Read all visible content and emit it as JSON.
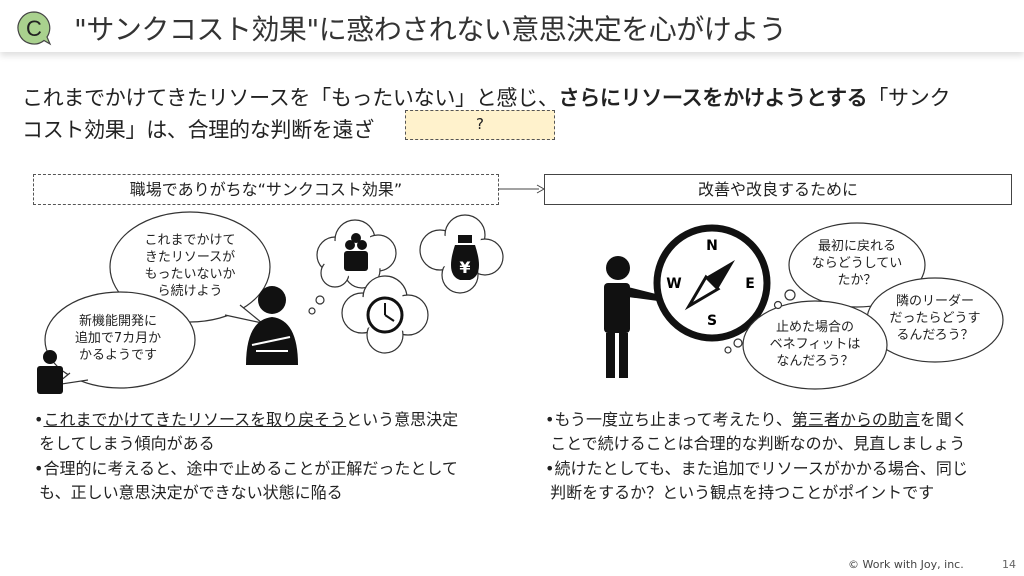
{
  "header": {
    "badge_letter": "C",
    "title": "\"サンクコスト効果\"に惑わされない意思決定を心がけよう",
    "badge_color": "#a9d18e"
  },
  "lead": {
    "line1_normal": "これまでかけてきたリソースを「もったいない」と感じ、",
    "line1_bold": "さらにリソースをかけようとする",
    "line1_end": "「サンク",
    "line2": "コスト効果」は、合理的な判断を遠ざ",
    "blank": "?"
  },
  "left": {
    "heading": "職場でありがちな“サンクコスト効果”",
    "bubble_small": [
      "新機能開発に",
      "追加で7カ月か",
      "かるようです"
    ],
    "bubble_big": [
      "これまでかけて",
      "きたリソースが",
      "もったいないか",
      "ら続けよう"
    ],
    "bullets": [
      {
        "underlined": "これまでかけてきたリソースを取り戻そう",
        "rest": "という意思決定",
        "line2": "をしてしまう傾向がある"
      },
      {
        "text": "合理的に考えると、途中で止めることが正解だったとして",
        "line2": "も、正しい意思決定ができない状態に陥る"
      }
    ]
  },
  "right": {
    "heading": "改善や改良するために",
    "compass": {
      "n": "N",
      "s": "S",
      "e": "E",
      "w": "W"
    },
    "cloud1": [
      "最初に戻れる",
      "ならどうしてい",
      "たか？"
    ],
    "cloud2": [
      "隣のリーダー",
      "だったらどうす",
      "るんだろう？"
    ],
    "cloud3": [
      "止めた場合の",
      "ベネフィットは",
      "なんだろう？"
    ],
    "bullets": [
      {
        "pre": "もう一度立ち止まって考えたり、",
        "underlined": "第三者からの助言",
        "rest": "を聞く",
        "line2": "ことで続けることは合理的な判断なのか、見直しましょう"
      },
      {
        "text": "続けたとしても、また追加でリソースがかかる場合、同じ",
        "line2": "判断をするか？という観点を持つことがポイントです"
      }
    ]
  },
  "footer": {
    "copyright": "© Work with Joy, inc.",
    "page": "14"
  }
}
